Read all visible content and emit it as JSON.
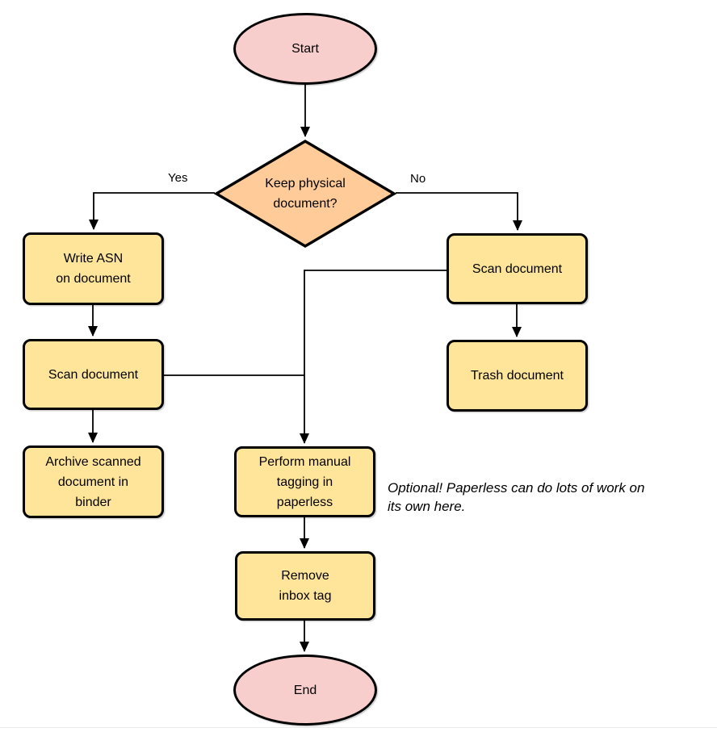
{
  "colors": {
    "terminator_fill": "#F8CECC",
    "decision_fill": "#FFCC99",
    "process_fill": "#FFE599",
    "stroke": "#000000",
    "bottom_border": "#e9e9e9"
  },
  "nodes": {
    "start": {
      "label": "Start",
      "type": "terminator"
    },
    "decision": {
      "label": "Keep physical\ndocument?",
      "type": "decision"
    },
    "write_asn": {
      "label": "Write ASN\non document",
      "type": "process"
    },
    "scan_left": {
      "label": "Scan document",
      "type": "process"
    },
    "archive": {
      "label": "Archive scanned\ndocument in\nbinder",
      "type": "process"
    },
    "scan_right": {
      "label": "Scan document",
      "type": "process"
    },
    "trash": {
      "label": "Trash document",
      "type": "process"
    },
    "tagging": {
      "label": "Perform manual\ntagging in\npaperless",
      "type": "process"
    },
    "remove_inbox": {
      "label": "Remove\ninbox tag",
      "type": "process"
    },
    "end": {
      "label": "End",
      "type": "terminator"
    }
  },
  "edge_labels": {
    "yes": "Yes",
    "no": "No"
  },
  "annotation": {
    "text": "Optional! Paperless can do lots of work on\nits own here."
  }
}
